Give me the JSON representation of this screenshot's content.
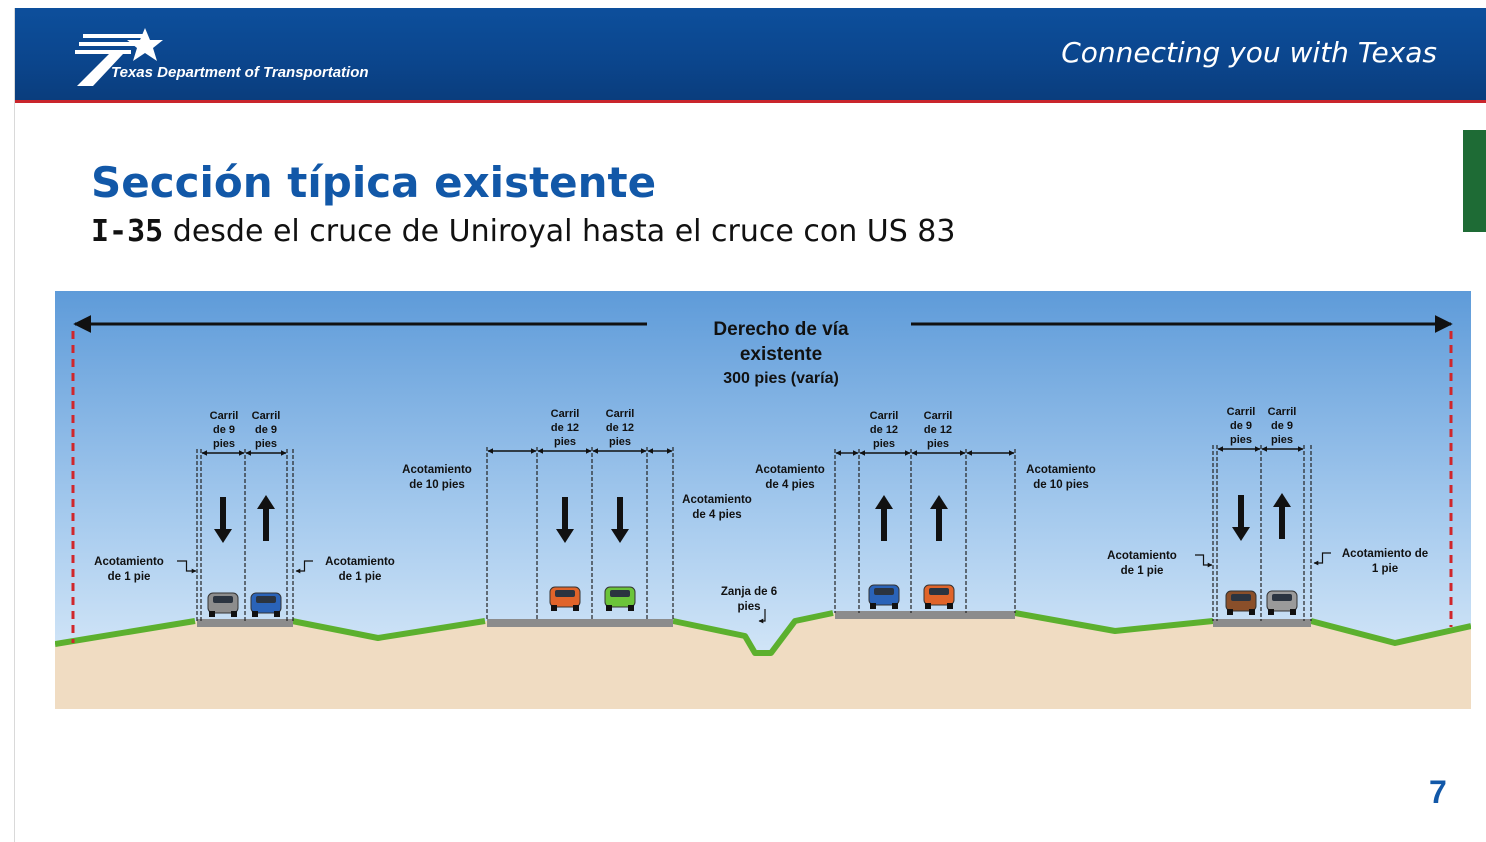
{
  "header": {
    "agency": "Texas Department of Transportation",
    "tagline": "Connecting you with Texas"
  },
  "title": {
    "main": "Sección típica existente",
    "route": "I-35",
    "rest": " desde el cruce de Uniroyal hasta el cruce con US 83"
  },
  "page_number": "7",
  "colors": {
    "header_blue": "#0b458c",
    "header_red_line": "#c9252c",
    "title_blue": "#1258a8",
    "accent_green": "#1e6b35",
    "sky_top": "#5e9bd9",
    "ground": "#f0dcc2",
    "grass": "#5cb02e",
    "row_line": "#d0262b"
  },
  "diagram": {
    "row": {
      "line1": "Derecho de vía",
      "line2": "existente",
      "line3": "300 pies (varía)"
    },
    "ditch": {
      "line1": "Zanja de 6",
      "line2": "pies"
    },
    "roadway1": {
      "lanes": [
        {
          "l1": "Carril",
          "l2": "de 9",
          "l3": "pies",
          "dir": "down"
        },
        {
          "l1": "Carril",
          "l2": "de 9",
          "l3": "pies",
          "dir": "up"
        }
      ],
      "left_shoulder": {
        "line1": "Acotamiento",
        "line2": "de 1 pie"
      },
      "right_shoulder": {
        "line1": "Acotamiento",
        "line2": "de 1 pie"
      }
    },
    "roadway2": {
      "lanes": [
        {
          "l1": "Carril",
          "l2": "de 12",
          "l3": "pies",
          "dir": "down"
        },
        {
          "l1": "Carril",
          "l2": "de 12",
          "l3": "pies",
          "dir": "down"
        }
      ],
      "left_shoulder": {
        "line1": "Acotamiento",
        "line2": "de 10 pies"
      },
      "right_shoulder": {
        "line1": "Acotamiento",
        "line2": "de 4 pies"
      }
    },
    "roadway3": {
      "lanes": [
        {
          "l1": "Carril",
          "l2": "de 12",
          "l3": "pies",
          "dir": "up"
        },
        {
          "l1": "Carril",
          "l2": "de 12",
          "l3": "pies",
          "dir": "up"
        }
      ],
      "left_shoulder": {
        "line1": "Acotamiento",
        "line2": "de 4 pies"
      },
      "right_shoulder": {
        "line1": "Acotamiento",
        "line2": "de 10 pies"
      }
    },
    "roadway4": {
      "lanes": [
        {
          "l1": "Carril",
          "l2": "de 9",
          "l3": "pies",
          "dir": "down"
        },
        {
          "l1": "Carril",
          "l2": "de 9",
          "l3": "pies",
          "dir": "up"
        }
      ],
      "left_shoulder": {
        "line1": "Acotamiento",
        "line2": "de 1 pie"
      },
      "right_shoulder": {
        "line1": "Acotamiento de",
        "line2": "1 pie"
      }
    },
    "car_colors": [
      "#8d8d8d",
      "#2a63b8",
      "#e0642a",
      "#6bc43a",
      "#2a63b8",
      "#e0642a",
      "#8a4f2a",
      "#9a9a9a"
    ]
  }
}
